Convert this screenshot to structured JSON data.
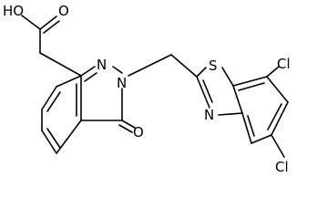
{
  "molecule": {
    "atom_labels": {
      "hydroxyl": "HO",
      "carbonyl_oxygen_acid": "O",
      "ring_nitrogen_2": "N",
      "ring_nitrogen_3": "N",
      "carbonyl_oxygen_ring": "O",
      "sulfur": "S",
      "thiazole_nitrogen": "N",
      "chlorine_7": "Cl",
      "chlorine_5": "Cl"
    },
    "colors": {
      "ink": "#000000",
      "background": "#ffffff"
    }
  }
}
